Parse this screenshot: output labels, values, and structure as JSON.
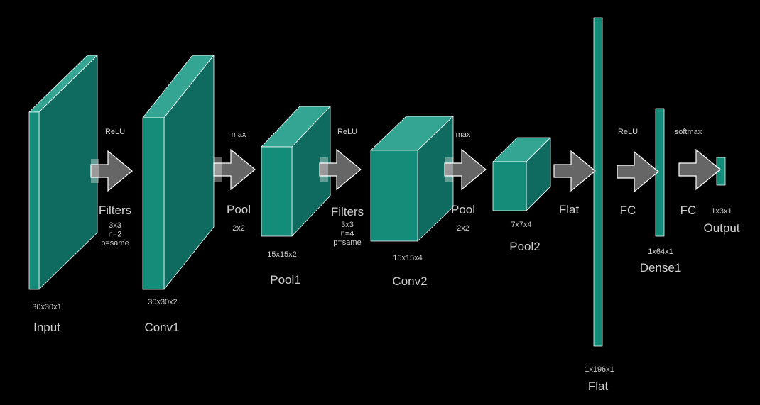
{
  "colors": {
    "background": "#000000",
    "front": "#138c79",
    "side": "#0f6b5f",
    "top": "#34a593",
    "edge": "#ffffff",
    "arrow": "#666666",
    "text": "#cfcfcf"
  },
  "layers": [
    {
      "id": "input",
      "name": "Input",
      "dims": "30x30x1"
    },
    {
      "id": "conv1",
      "name": "Conv1",
      "dims": "30x30x2"
    },
    {
      "id": "pool1",
      "name": "Pool1",
      "dims": "15x15x2"
    },
    {
      "id": "conv2",
      "name": "Conv2",
      "dims": "15x15x4"
    },
    {
      "id": "pool2",
      "name": "Pool2",
      "dims": "7x7x4"
    },
    {
      "id": "flat",
      "name": "Flat",
      "dims": "1x196x1"
    },
    {
      "id": "dense1",
      "name": "Dense1",
      "dims": "1x64x1"
    },
    {
      "id": "output",
      "name": "Output",
      "dims": "1x3x1"
    }
  ],
  "ops": [
    {
      "id": "op1",
      "top": "ReLU",
      "name": "Filters",
      "details": [
        "3x3",
        "n=2",
        "p=same"
      ]
    },
    {
      "id": "op2",
      "top": "max",
      "name": "Pool",
      "details": [
        "2x2"
      ]
    },
    {
      "id": "op3",
      "top": "ReLU",
      "name": "Filters",
      "details": [
        "3x3",
        "n=4",
        "p=same"
      ]
    },
    {
      "id": "op4",
      "top": "max",
      "name": "Pool",
      "details": [
        "2x2"
      ]
    },
    {
      "id": "op5",
      "top": "",
      "name": "Flat",
      "details": []
    },
    {
      "id": "op6",
      "top": "ReLU",
      "name": "FC",
      "details": []
    },
    {
      "id": "op7",
      "top": "softmax",
      "name": "FC",
      "details": []
    }
  ]
}
